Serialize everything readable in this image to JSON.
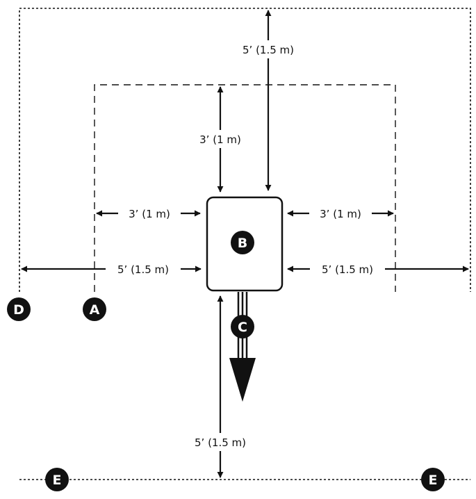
{
  "colors": {
    "ink": "#111111",
    "paper": "#ffffff"
  },
  "dimensions": {
    "top_outer": "5’ (1.5 m)",
    "top_inner": "3’ (1 m)",
    "left_inner": "3’ (1 m)",
    "right_inner": "3’ (1 m)",
    "left_outer": "5’ (1.5 m)",
    "right_outer": "5’ (1.5 m)",
    "bottom": "5’ (1.5 m)"
  },
  "markers": {
    "a": "A",
    "b": "B",
    "c": "C",
    "d": "D",
    "e_left": "E",
    "e_right": "E"
  }
}
